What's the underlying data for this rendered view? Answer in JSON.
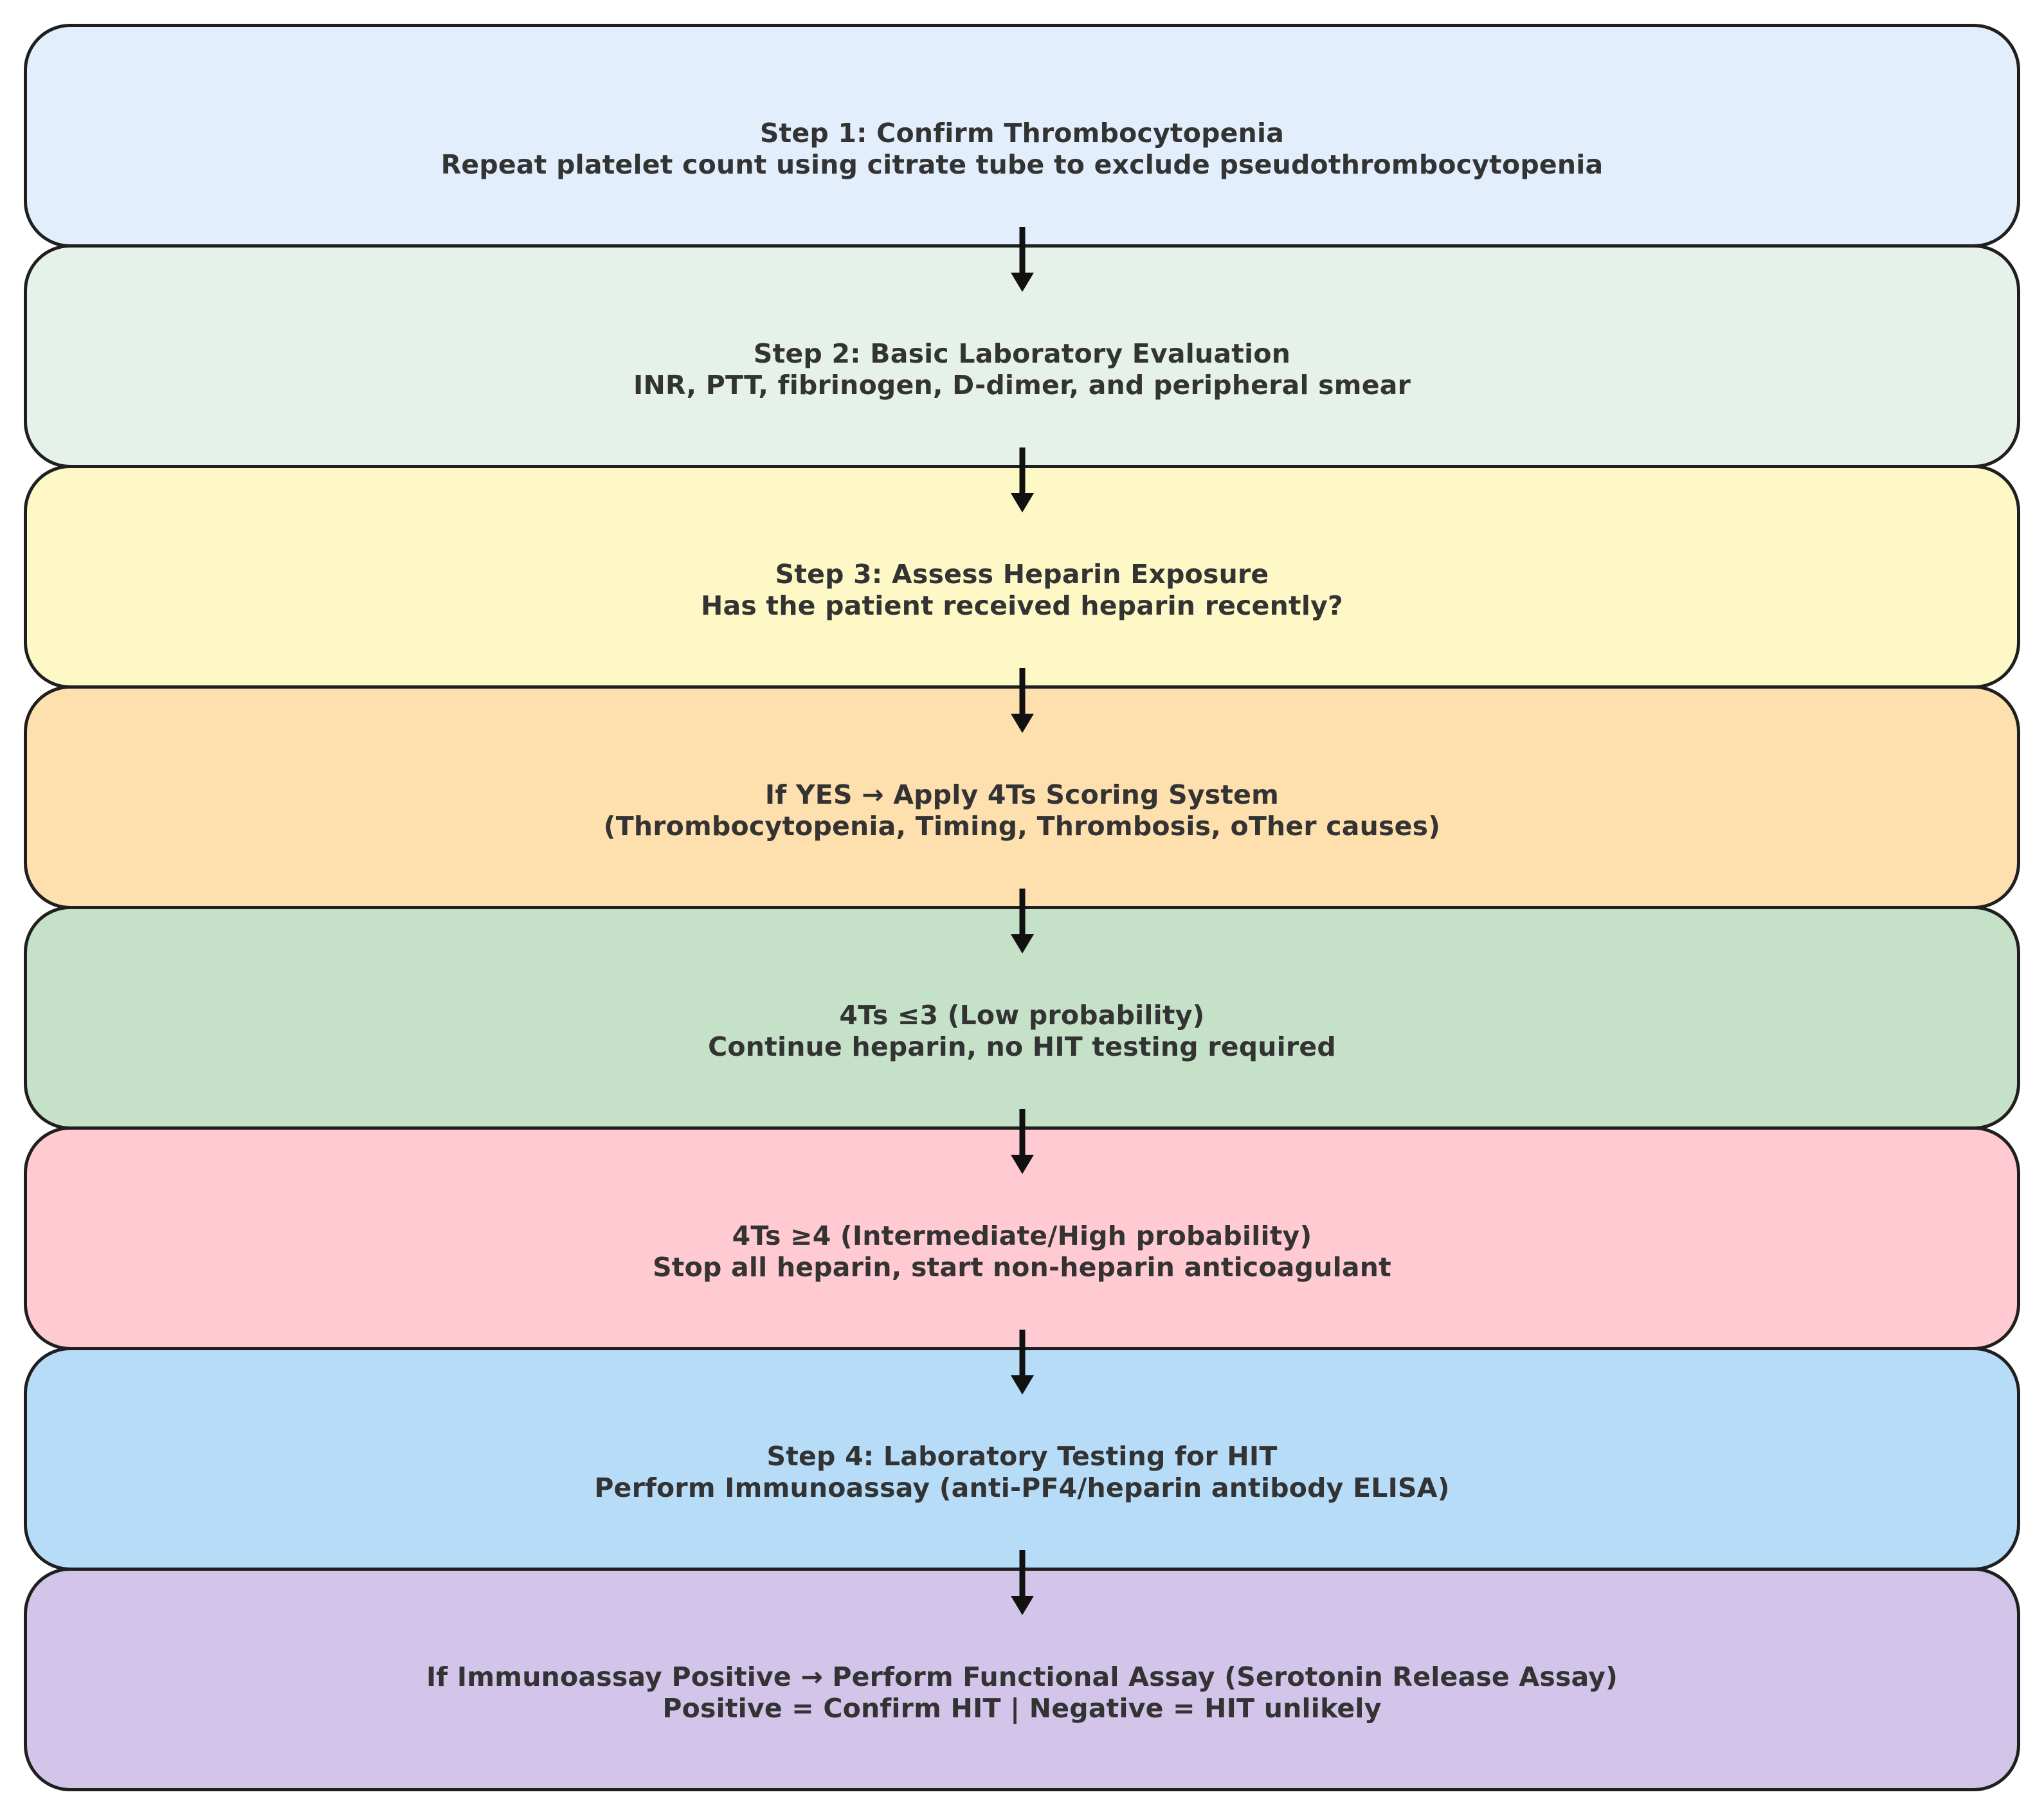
{
  "diagram": {
    "type": "flowchart",
    "orientation": "vertical",
    "colors": {
      "background": "#ffffff",
      "border": "#1f1f1f",
      "text": "#333333",
      "arrow": "#111111"
    },
    "connectors": {
      "count": 7,
      "direction": "down",
      "icon": "down-arrow"
    },
    "boxes": [
      {
        "id": "step-1-confirm-thrombocytopenia",
        "line1": "Step 1: Confirm Thrombocytopenia",
        "line2": "Repeat platelet count using citrate tube to exclude pseudothrombocytopenia",
        "bg": "#e2eefb"
      },
      {
        "id": "step-2-basic-laboratory-evaluation",
        "line1": "Step 2: Basic Laboratory Evaluation",
        "line2": "INR, PTT, fibrinogen, D-dimer, and peripheral smear",
        "bg": "#e6f2e9"
      },
      {
        "id": "step-3-assess-heparin-exposure",
        "line1": "Step 3: Assess Heparin Exposure",
        "line2": "Has the patient received heparin recently?",
        "bg": "#fdf8c5"
      },
      {
        "id": "apply-4ts-scoring-system",
        "line1": "If YES → Apply 4Ts Scoring System",
        "line2": "(Thrombocytopenia, Timing, Thrombosis, oTher causes)",
        "bg": "#fee0ae"
      },
      {
        "id": "4ts-low-probability",
        "line1": "4Ts ≤3 (Low probability)",
        "line2": "Continue heparin, no HIT testing required",
        "bg": "#c5e1c8"
      },
      {
        "id": "4ts-intermediate-high-probability",
        "line1": "4Ts ≥4 (Intermediate/High probability)",
        "line2": "Stop all heparin, start non-heparin anticoagulant",
        "bg": "#ffcad2"
      },
      {
        "id": "step-4-laboratory-testing-for-hit",
        "line1": "Step 4: Laboratory Testing for HIT",
        "line2": "Perform Immunoassay (anti-PF4/heparin antibody ELISA)",
        "bg": "#b7dcf8"
      },
      {
        "id": "functional-assay-confirmation",
        "line1": "If Immunoassay Positive → Perform Functional Assay (Serotonin Release Assay)",
        "line2": "Positive = Confirm HIT | Negative = HIT unlikely",
        "bg": "#d2c5e9"
      }
    ]
  }
}
